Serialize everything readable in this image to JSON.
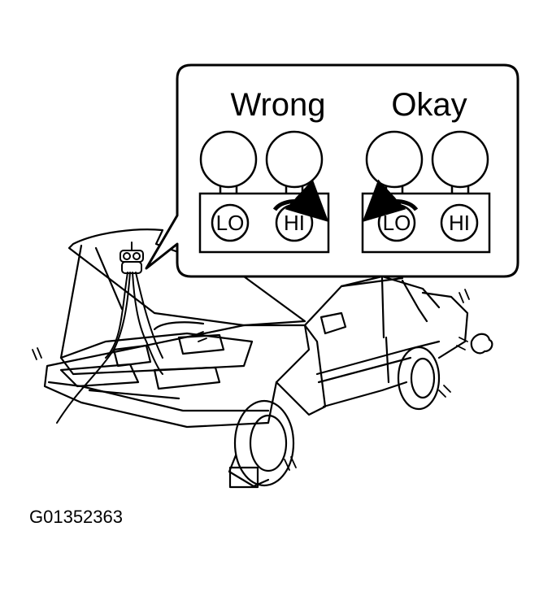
{
  "callout": {
    "wrong_label": "Wrong",
    "okay_label": "Okay",
    "wrong_panel": {
      "low_label": "LO",
      "high_label": "HI",
      "rotation": "high-side-knob"
    },
    "okay_panel": {
      "low_label": "LO",
      "high_label": "HI",
      "rotation": "low-side-knob"
    }
  },
  "figure_id": "G01352363",
  "colors": {
    "line": "#000000",
    "background": "#ffffff"
  }
}
